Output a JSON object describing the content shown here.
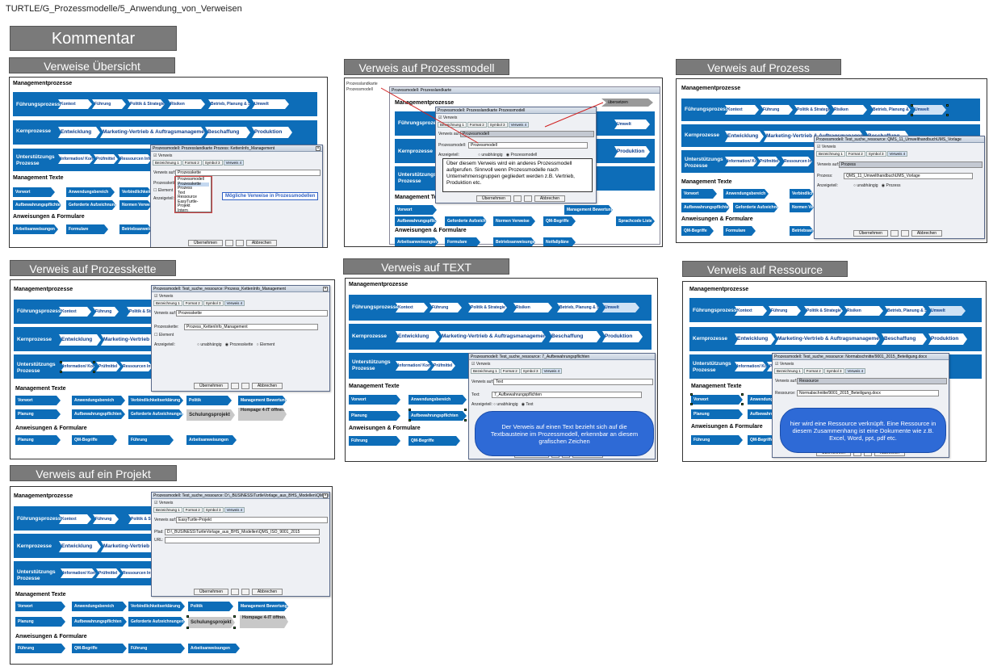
{
  "breadcrumb": "TURTLE/G_Prozessmodelle/5_Anwendung_von_Verweisen",
  "main_title": "Kommentar",
  "sections": {
    "overview": "Verweise Übersicht",
    "processmodel": "Verweis auf Prozessmodell",
    "process": "Verweis auf Prozess",
    "chain": "Verweis auf Prozesskette",
    "text": "Verweis auf TEXT",
    "resource": "Verweis auf Ressource",
    "project": "Verweis auf ein Projekt"
  },
  "pm": {
    "management": "Managementprozesse",
    "fuehrung": "Führungsprozesse",
    "kern": "Kernprozesse",
    "unterstuetzung": "Unterstützungs Prozesse",
    "texte": "Management Texte",
    "anweisungen": "Anweisungen & Formulare",
    "f_items": [
      "Kontext",
      "Führung",
      "Politik & Strategie",
      "Risiken",
      "Betrieb, Planung & Steuerung",
      "Umwelt"
    ],
    "k_items": [
      "Entwicklung",
      "Marketing-Vertrieb & Auftragsmanagement",
      "Beschaffung",
      "Produktion"
    ],
    "u_items": [
      "Information/ Kommunikation",
      "Prüfmittel",
      "Ressourcen Infrastruktur"
    ],
    "t_items_row1": [
      "Vorwort",
      "Anwendungsbereich",
      "Verbindlichkeitserklärung",
      "Politik",
      "Management Bewertung"
    ],
    "t_items_row2": [
      "Planung",
      "Aufbewahrungspflichten",
      "Geforderte Aufzeichnungen",
      "Normen Verweise",
      "QM-Begriffe"
    ],
    "a_items": [
      "Arbeitsanweisungen",
      "Formulare",
      "Betriebsanweisungen",
      "Notfallpläne"
    ],
    "schulung": "Schulungsprojekt",
    "hompage": "Hompage 4-IT öffnen",
    "sprachcode": "Sprachcode Liste"
  },
  "dialogs": {
    "overview_title": "Prozessmodell: Prozesslandkarte Prozess: KettenInfo_Management",
    "verweis": "Verweis",
    "tabs": [
      "Bezeichnung 1",
      "Format 2",
      "Symbol 3",
      "Verweis 4"
    ],
    "verweis_auf": "Verweis auf:",
    "overview_sel": "Prozesskette",
    "overview_options": [
      "Prozessmodell",
      "Prozesskette",
      "Prozess",
      "Text",
      "Ressource",
      "EasyTurtle-Projekt",
      "Intern"
    ],
    "prozesskette": "Prozesskette:",
    "element": "Element",
    "anzeigeteil": "Anzeigeteil:",
    "unabhaengig": "unabhängig",
    "prozesskette_opt": "Prozesskette",
    "element_opt": "Element",
    "ok": "Übernehmen",
    "cancel": "Abbrechen",
    "hint": "Mögliche Verweise in Prozessmodellen",
    "pm_title": "Prozessmodell: Prozesslandkarte Prozessmodell",
    "pm_sel": "Prozessmodell",
    "pm_field": "Prozessmodell:",
    "pm_value": "Prozessmodell",
    "pm_opt": "Prozessmodell",
    "pm_callout": "Über diesem Verweis wird ein anderes Prozessmodell aufgerufen. Sinnvoll wenn Prozessmodelle nach Unternehmensgruppen gegliedert werden z.B. Vertrieb, Produktion etc.",
    "pm_tag": "übersetzen Prozessmodell",
    "pm_tree": [
      "Prozesslandkarte",
      "Prozessmodell"
    ],
    "pm_window": "Prozessmodell: Prozesslandkarte",
    "proc_title": "Prozessmodell: Test_suche_ressource: QMS_11_UmwelthandbuchUMS_Vorlage",
    "proc_sel": "Prozess",
    "proc_field": "Prozess:",
    "proc_value": "QMS_11_UmwelthandbuchUMS_Vorlage",
    "proc_opt": "Prozess",
    "chain_title": "Prozessmodell: Test_suche_ressource: Prozess_KettenInfo_Management",
    "chain_value": "Prozess_KettenInfo_Management",
    "text_title": "Prozessmodell: Test_suche_ressource: 7_Aufbewahrungspflichten",
    "text_sel": "Text",
    "text_field": "Text:",
    "text_value": "7_Aufbewahrungspflichten",
    "text_opt": "Text",
    "text_bubble": "Der Verweis auf einen Text bezieht sich auf die Textbausteine im Prozessmodell, erkennbar an diesem grafischen Zeichen",
    "res_title": "Prozessmodell: Test_suche_ressource: Normabschnitte/9001_2015_Beteiligung.docx",
    "res_sel": "Ressource",
    "res_field": "Ressource:",
    "res_value": "Normabschnitte/9001_2015_Beteiligung.docx",
    "res_bubble": "hier wird eine Ressource verknüpft. Eine Ressource in diesem Zusammenhang ist eine Dokumente wie z.B. Excel, Word, ppt, pdf etc.",
    "proj_title": "Prozessmodell: Test_suche_ressource: D:\\_BUSINESS\\TurtleVorlage_aus_BHS_Modellen\\QMS_ISO",
    "proj_sel": "EasyTurtle-Projekt",
    "proj_pfad": "Pfad:",
    "proj_value": "D:\\_BUSINESS\\TurtleVorlage_aus_BHS_Modellen\\QMS_ISO_9001_2015",
    "proj_url": "URL:"
  }
}
